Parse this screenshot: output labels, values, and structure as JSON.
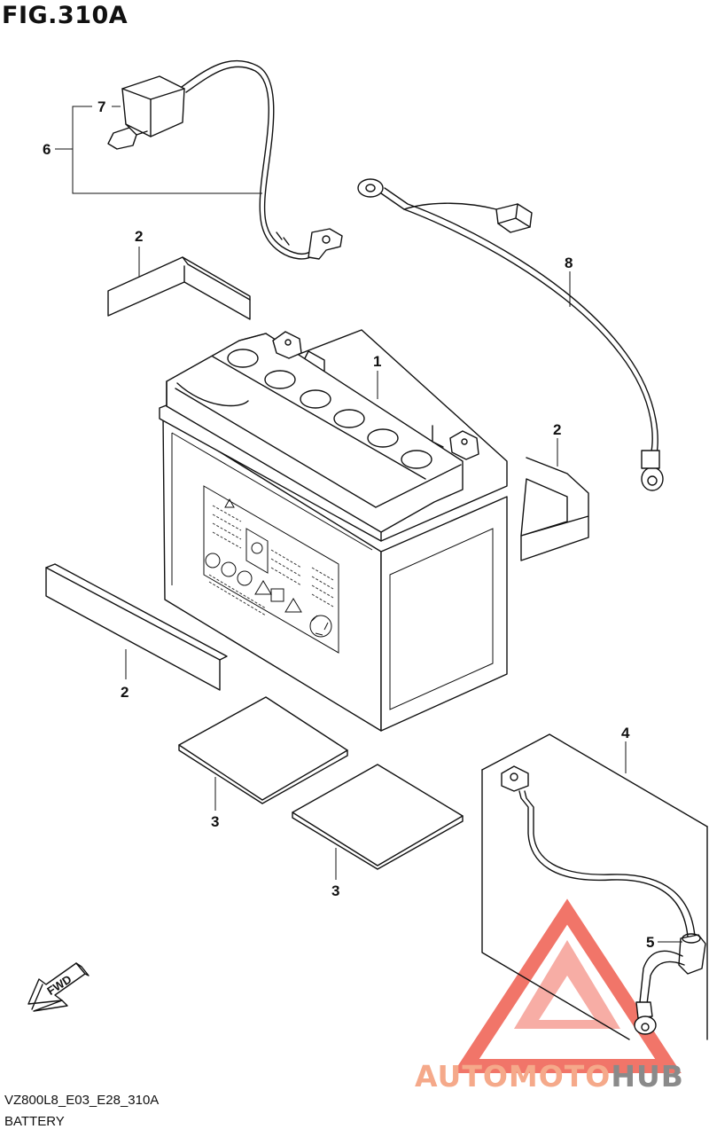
{
  "figure": {
    "title": "FIG.310A",
    "code": "VZ800L8_E03_E28_310A",
    "caption": "BATTERY"
  },
  "callouts": {
    "c1": "1",
    "c2a": "2",
    "c2b": "2",
    "c2c": "2",
    "c3a": "3",
    "c3b": "3",
    "c4": "4",
    "c5": "5",
    "c6": "6",
    "c7": "7",
    "c8": "8"
  },
  "fwd_label": "FWD",
  "watermark": {
    "part1": "AUTOMOTO",
    "part2": "HUB",
    "color_part1": "#f5a98a",
    "color_part2": "#8a8a8a",
    "triangle_color": "#ef5d4f"
  }
}
